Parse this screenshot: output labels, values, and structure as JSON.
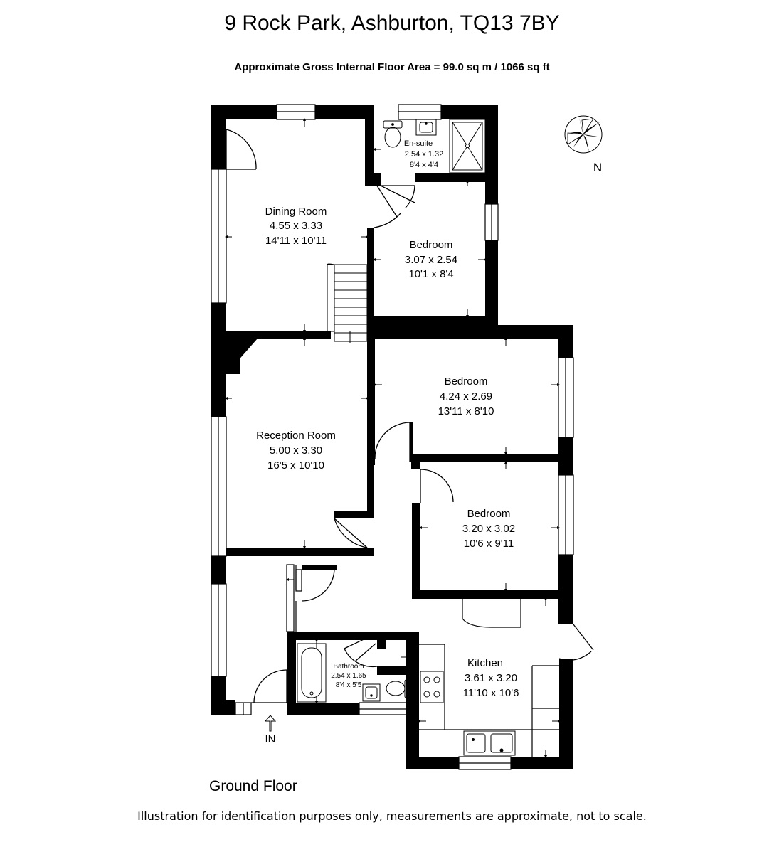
{
  "title": "9 Rock Park, Ashburton, TQ13 7BY",
  "subtitle": "Approximate Gross Internal Floor Area  = 99.0 sq m / 1066 sq ft",
  "floor_label": "Ground Floor",
  "disclaimer": "Illustration for identification purposes only, measurements are approximate, not to scale.",
  "compass_label": "N",
  "entrance_label": "IN",
  "rooms": {
    "dining": {
      "name": "Dining Room",
      "metric": "4.55 x 3.33",
      "imperial": "14'11 x 10'11"
    },
    "ensuite": {
      "name": "En-suite",
      "metric": "2.54 x 1.32",
      "imperial": "8'4 x 4'4"
    },
    "bedroom1": {
      "name": "Bedroom",
      "metric": "3.07 x 2.54",
      "imperial": "10'1 x 8'4"
    },
    "bedroom2": {
      "name": "Bedroom",
      "metric": "4.24 x 2.69",
      "imperial": "13'11 x 8'10"
    },
    "reception": {
      "name": "Reception Room",
      "metric": "5.00 x 3.30",
      "imperial": "16'5 x 10'10"
    },
    "bedroom3": {
      "name": "Bedroom",
      "metric": "3.20 x 3.02",
      "imperial": "10'6 x 9'11"
    },
    "bathroom": {
      "name": "Bathroom",
      "metric": "2.54 x 1.65",
      "imperial": "8'4 x 5'5"
    },
    "kitchen": {
      "name": "Kitchen",
      "metric": "3.61 x 3.20",
      "imperial": "11'10 x 10'6"
    }
  }
}
